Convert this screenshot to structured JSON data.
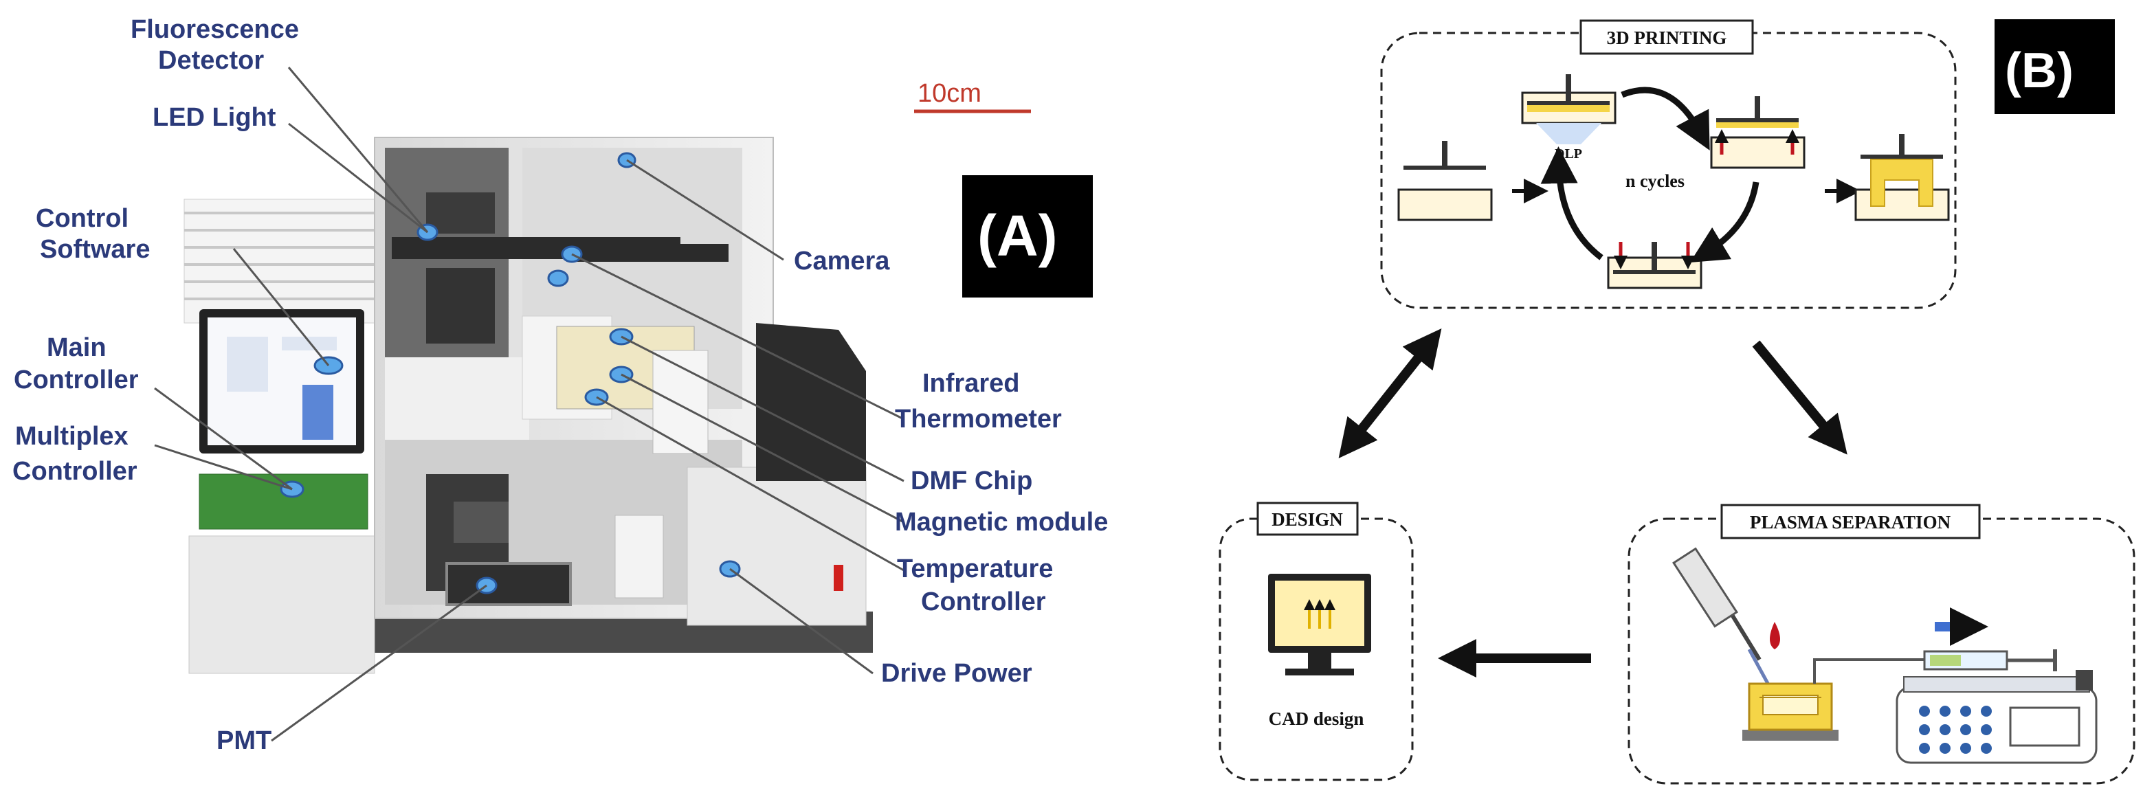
{
  "panel_a": {
    "tag": "(A)",
    "scale_bar": "10cm",
    "labels": {
      "fluorescence_line1": "Fluorescence",
      "fluorescence_line2": "Detector",
      "led_light": "LED Light",
      "control_line1": "Control",
      "control_line2": "Software",
      "main_line1": "Main",
      "main_line2": "Controller",
      "multiplex_line1": "Multiplex",
      "multiplex_line2": "Controller",
      "camera": "Camera",
      "infrared_line1": "Infrared",
      "infrared_line2": "Thermometer",
      "dmf_chip": "DMF Chip",
      "magnetic_module": "Magnetic module",
      "temperature_line1": "Temperature",
      "temperature_line2": "Controller",
      "drive_power": "Drive Power",
      "pmt": "PMT"
    }
  },
  "panel_b": {
    "tag": "(B)",
    "printing": {
      "title": "3D PRINTING",
      "dlp": "DLP",
      "cycles": "n cycles"
    },
    "design": {
      "title": "DESIGN",
      "caption": "CAD design"
    },
    "plasma": {
      "title": "PLASMA SEPARATION"
    }
  },
  "colors": {
    "label_blue": "#2b3a7a",
    "resin_yellow": "#f5d547",
    "blood_red": "#c0151f",
    "arrow_blue": "#3f6fd0",
    "scale_red": "#c0392b"
  }
}
